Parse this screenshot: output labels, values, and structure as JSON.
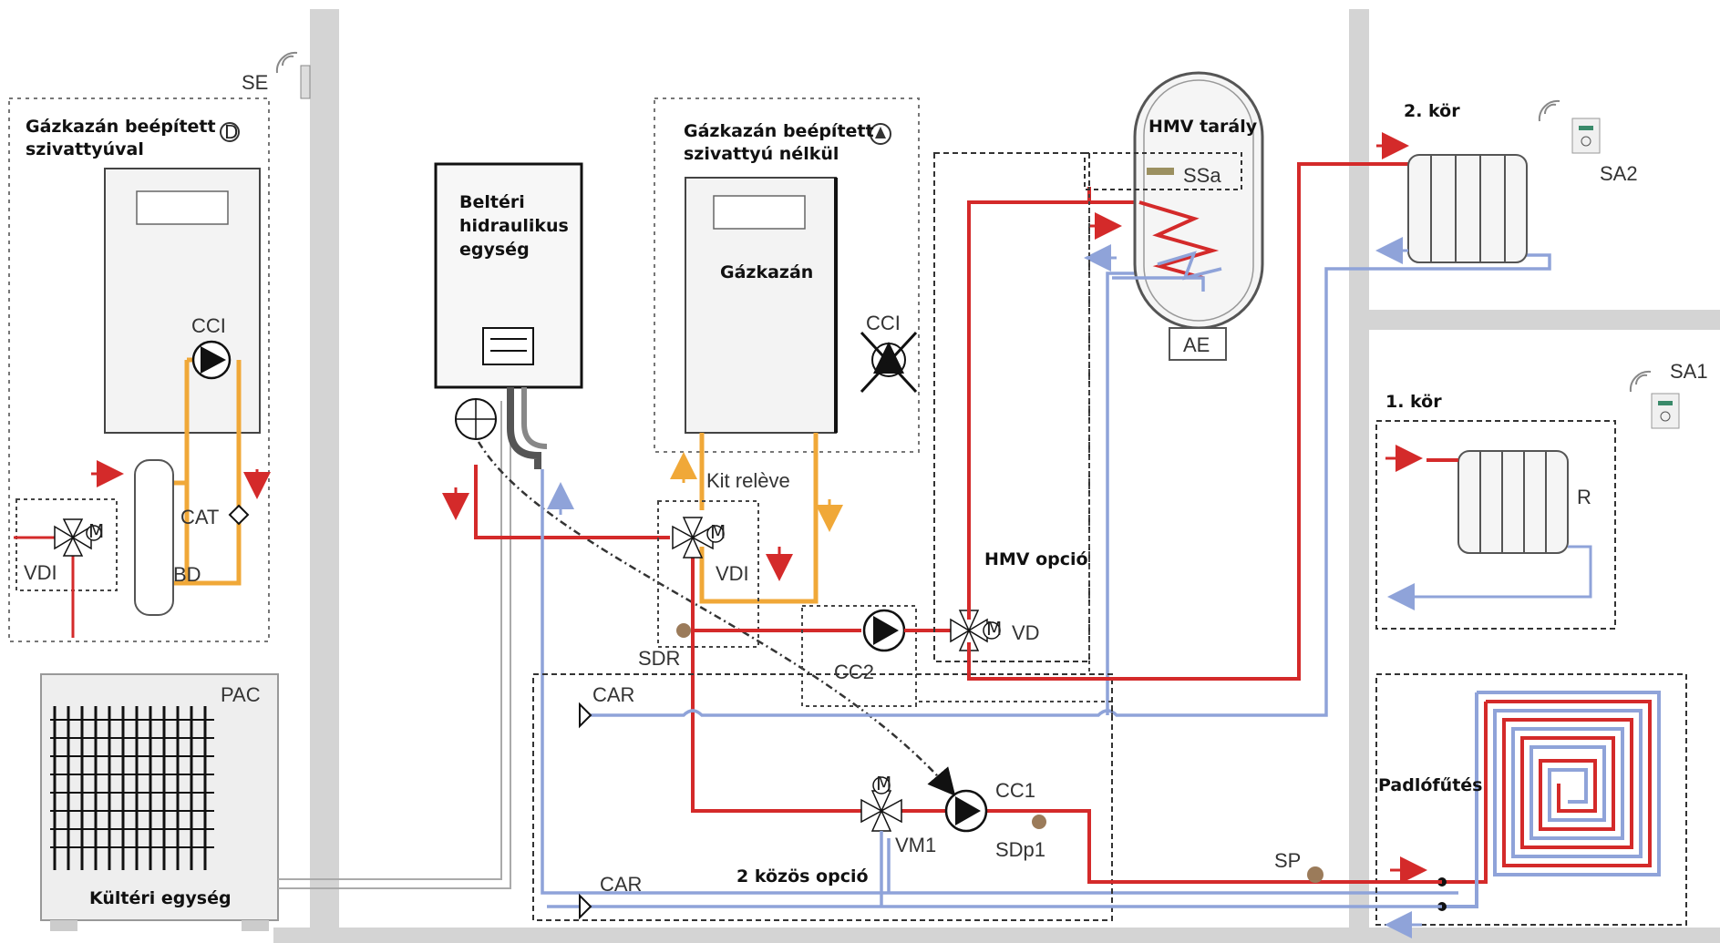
{
  "colors": {
    "hot": "#d42a2a",
    "cold": "#8fa3d9",
    "boiler": "#f0a838",
    "wall": "#d4d4d4",
    "dash": "#555555"
  },
  "labels": {
    "se": "SE",
    "boiler_pump_line1": "Gázkazán beépített",
    "boiler_pump_line2": "szivattyúval",
    "marker_d": "D",
    "cci_left": "CCI",
    "cat": "CAT",
    "vdi_left": "VDI",
    "bd": "BD",
    "pac": "PAC",
    "outdoor_unit": "Kültéri egység",
    "indoor_line1": "Beltéri",
    "indoor_line2": "hidraulikus",
    "indoor_line3": "egység",
    "boiler_nopump_line1": "Gázkazán beépített",
    "boiler_nopump_line2": "szivattyú nélkül",
    "marker_a": "A",
    "gas_boiler": "Gázkazán",
    "cci_right": "CCI",
    "kit_releve": "Kit relève",
    "vdi_mid": "VDI",
    "sdr": "SDR",
    "cc2": "CC2",
    "vd": "VD",
    "car_top": "CAR",
    "car_bottom": "CAR",
    "hmv_option": "HMV opció",
    "hmv_tank": "HMV tarály",
    "ssa": "SSa",
    "ae": "AE",
    "vm1": "VM1",
    "cc1": "CC1",
    "sdp1": "SDp1",
    "common_option": "2 közös opció",
    "sp": "SP",
    "circuit2": "2. kör",
    "sa2": "SA2",
    "circuit1": "1. kör",
    "sa1": "SA1",
    "r": "R",
    "floor_heating": "Padlófűtés",
    "motor": "M"
  }
}
